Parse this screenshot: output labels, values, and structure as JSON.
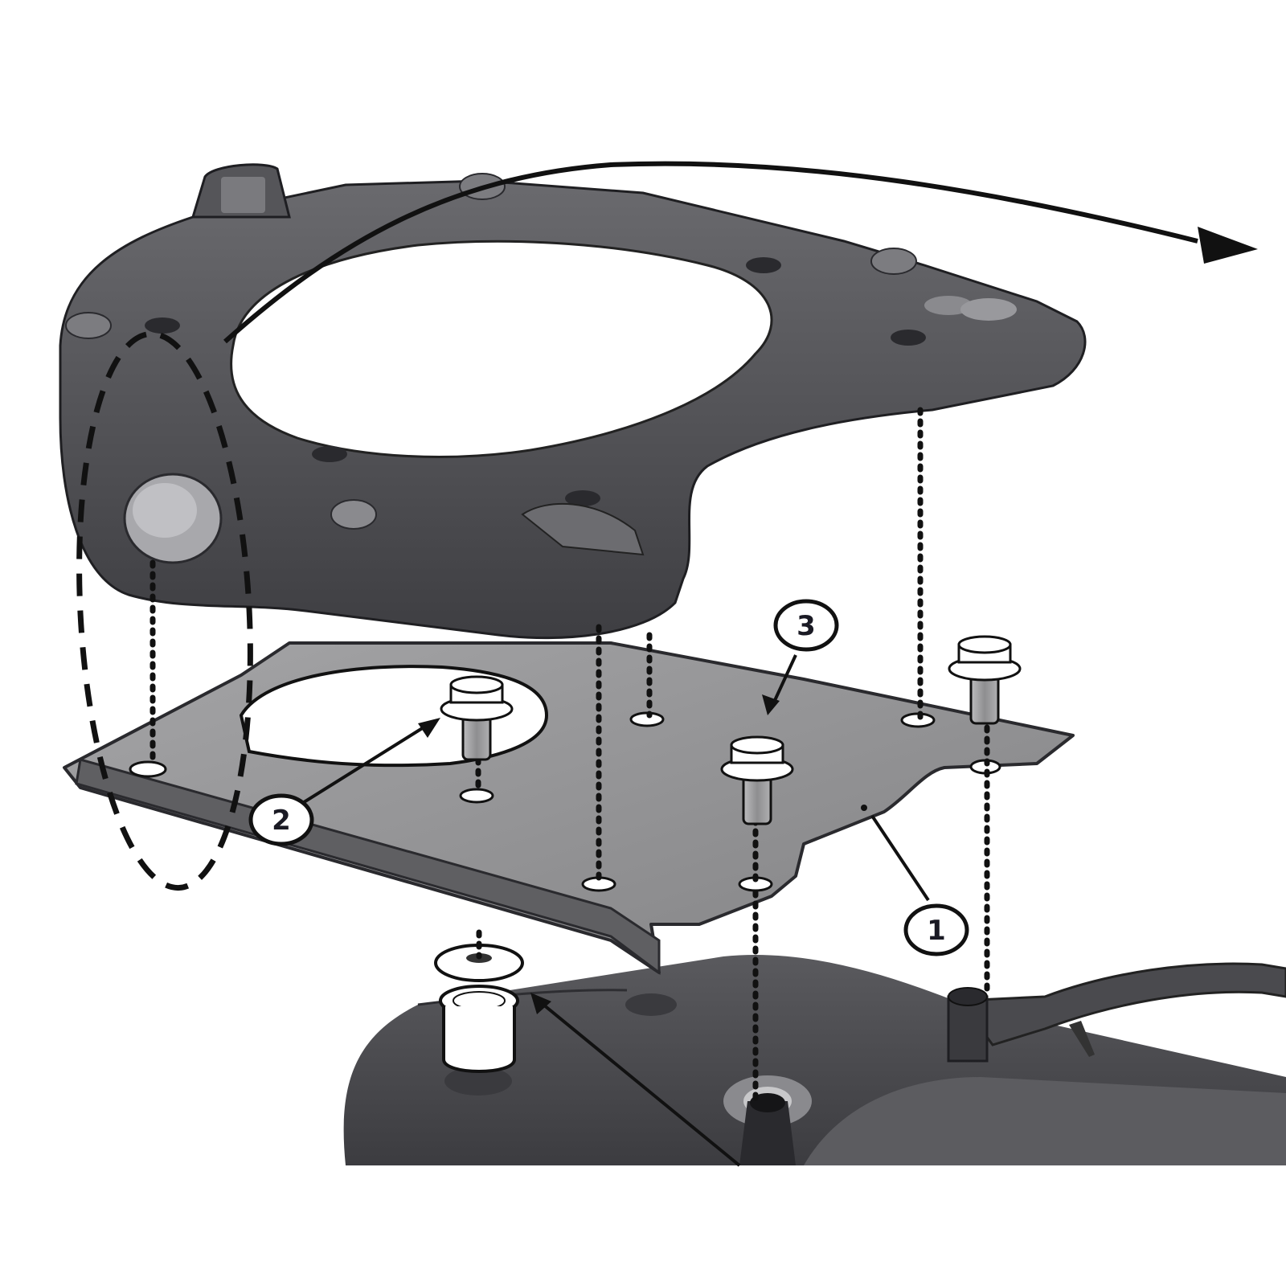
{
  "diagram": {
    "type": "exploded-assembly",
    "background": "#ffffff",
    "colors": {
      "rack": "#4a4a4e",
      "rack_highlight": "#6e6e72",
      "plate": "#8c8c8e",
      "plate_edge": "#5a5a5c",
      "vehicle": "#4d4d50",
      "line": "#111111",
      "bolt_body": "#9a9a9c",
      "callout_fill": "#ffffff"
    },
    "callouts": [
      {
        "id": "1",
        "label": "1",
        "target": "mounting-plate"
      },
      {
        "id": "2",
        "label": "2",
        "target": "flange-bolt"
      },
      {
        "id": "3",
        "label": "3",
        "target": "flange-bolt"
      }
    ],
    "components": [
      {
        "name": "top-rack-base",
        "role": "luggage mounting rack"
      },
      {
        "name": "mounting-plate",
        "role": "adapter plate"
      },
      {
        "name": "flange-bolt",
        "count": 4
      },
      {
        "name": "spacer-bushing",
        "count": 1
      },
      {
        "name": "motorcycle-rear-seat",
        "role": "vehicle body"
      },
      {
        "name": "grab-rail",
        "role": "vehicle rail"
      }
    ],
    "annotations": {
      "rotation_arrow": "curved arrow from rack left end sweeping right",
      "dashed_ellipse": "highlights rack left-end orientation"
    }
  }
}
